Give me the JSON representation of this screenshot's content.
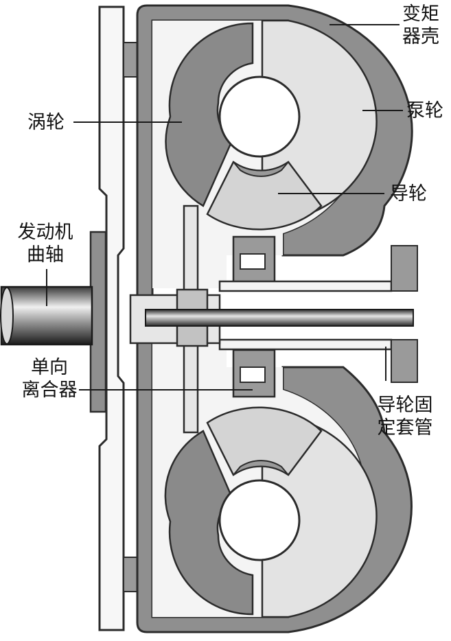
{
  "labels": {
    "housing": [
      "变矩",
      "器壳"
    ],
    "pump": "泵轮",
    "turbine": "涡轮",
    "stator": "导轮",
    "crankshaft": [
      "发动机",
      "曲轴"
    ],
    "one_way_clutch": [
      "单向",
      "离合器"
    ],
    "stator_tube": [
      "导轮固",
      "定套管"
    ]
  },
  "colors": {
    "line": "#2b2b2b",
    "housing_gray": "#8f8f8f",
    "turbine_gray": "#8a8a8a",
    "pump_light": "#e3e3e3",
    "stator_light": "#d4d4d4",
    "stator_ring": "#9a9a9a",
    "hub_gray": "#bfbfbf",
    "shaft_dark": "#262626"
  }
}
